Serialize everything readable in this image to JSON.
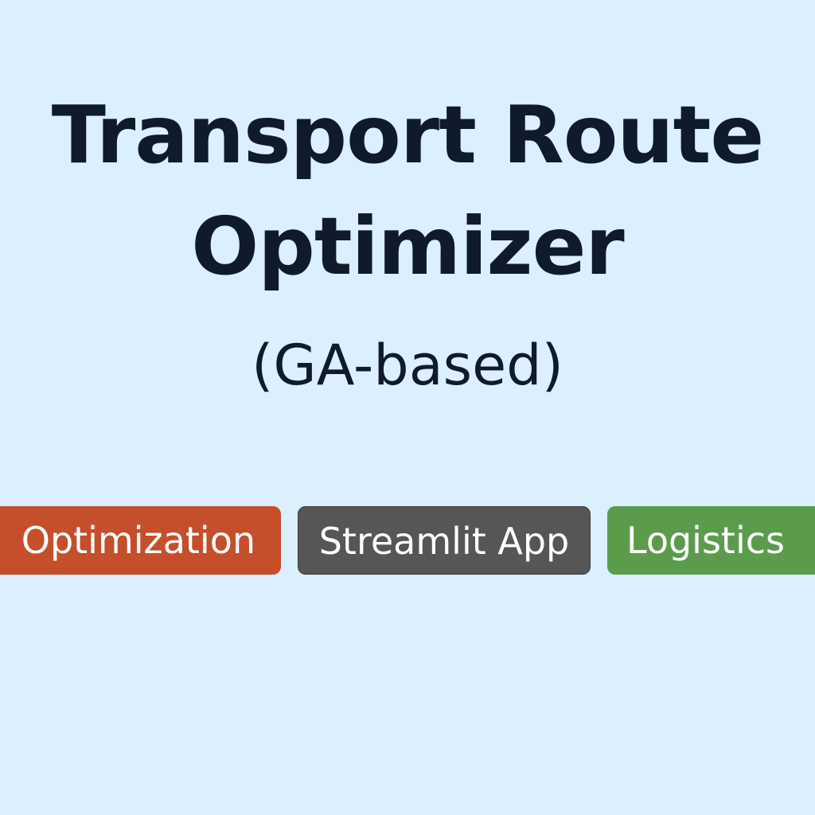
{
  "title": {
    "line1": "Transport Route",
    "line2": "Optimizer"
  },
  "subtitle": "(GA-based)",
  "badges": [
    {
      "label": "Optimization",
      "color": "#c44f2a"
    },
    {
      "label": "Streamlit App",
      "color": "#565656"
    },
    {
      "label": "Logistics",
      "color": "#5b9c4c"
    }
  ],
  "background_color": "#dbeffc",
  "text_color": "#0f1b2a"
}
